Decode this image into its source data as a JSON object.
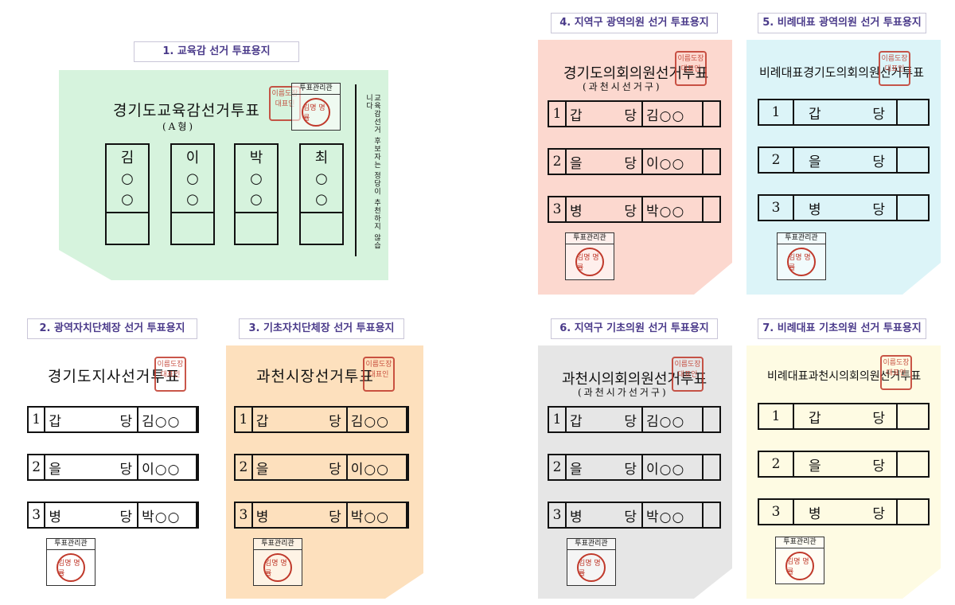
{
  "labels": {
    "b1": "1. 교육감 선거 투표용지",
    "b2": "2. 광역자치단체장 선거 투표용지",
    "b3": "3. 기초자치단체장 선거 투표용지",
    "b4": "4. 지역구 광역의원 선거 투표용지",
    "b5": "5. 비례대표 광역의원 선거 투표용지",
    "b6": "6. 지역구 기초의원 선거 투표용지",
    "b7": "7. 비례대표 기초의원 선거 투표용지"
  },
  "colors": {
    "b1": "#d6f3dd",
    "b2": "#ffffff",
    "b3": "#fde0bd",
    "b4": "#fcd8cf",
    "b5": "#dcf4f8",
    "b6": "#e6e6e6",
    "b7": "#fefbe3",
    "seal": "#c0392b"
  },
  "common": {
    "officer_label": "투표관리관",
    "officer_stamp": "김명 명률",
    "seal_text": "이름도장 대표인"
  },
  "b1": {
    "title": "경기도교육감선거투표",
    "subtitle": "(A형)",
    "columns": [
      {
        "name": "김",
        "c1": "○",
        "c2": "○"
      },
      {
        "name": "이",
        "c1": "○",
        "c2": "○"
      },
      {
        "name": "박",
        "c1": "○",
        "c2": "○"
      },
      {
        "name": "최",
        "c1": "○",
        "c2": "○"
      }
    ],
    "side_note": "교육감선거 후보자는 정당이 추천하지 않습니다"
  },
  "b2": {
    "title": "경기도지사선거투표",
    "rows": [
      {
        "num": "1",
        "p1": "갑",
        "p2": "당",
        "cand": "김○○"
      },
      {
        "num": "2",
        "p1": "을",
        "p2": "당",
        "cand": "이○○"
      },
      {
        "num": "3",
        "p1": "병",
        "p2": "당",
        "cand": "박○○"
      }
    ]
  },
  "b3": {
    "title": "과천시장선거투표",
    "rows": [
      {
        "num": "1",
        "p1": "갑",
        "p2": "당",
        "cand": "김○○"
      },
      {
        "num": "2",
        "p1": "을",
        "p2": "당",
        "cand": "이○○"
      },
      {
        "num": "3",
        "p1": "병",
        "p2": "당",
        "cand": "박○○"
      }
    ]
  },
  "b4": {
    "title": "경기도의회의원선거투표",
    "subtitle": "(과천시선거구)",
    "rows": [
      {
        "num": "1",
        "p1": "갑",
        "p2": "당",
        "cand": "김○○"
      },
      {
        "num": "2",
        "p1": "을",
        "p2": "당",
        "cand": "이○○"
      },
      {
        "num": "3",
        "p1": "병",
        "p2": "당",
        "cand": "박○○"
      }
    ]
  },
  "b5": {
    "title": "비례대표경기도의회의원선거투표",
    "rows": [
      {
        "num": "1",
        "p1": "갑",
        "p2": "당"
      },
      {
        "num": "2",
        "p1": "을",
        "p2": "당"
      },
      {
        "num": "3",
        "p1": "병",
        "p2": "당"
      }
    ]
  },
  "b6": {
    "title": "과천시의회의원선거투표",
    "subtitle": "(과천시가선거구)",
    "rows": [
      {
        "num": "1",
        "p1": "갑",
        "p2": "당",
        "cand": "김○○"
      },
      {
        "num": "2",
        "p1": "을",
        "p2": "당",
        "cand": "이○○"
      },
      {
        "num": "3",
        "p1": "병",
        "p2": "당",
        "cand": "박○○"
      }
    ]
  },
  "b7": {
    "title": "비례대표과천시의회의원선거투표",
    "rows": [
      {
        "num": "1",
        "p1": "갑",
        "p2": "당"
      },
      {
        "num": "2",
        "p1": "을",
        "p2": "당"
      },
      {
        "num": "3",
        "p1": "병",
        "p2": "당"
      }
    ]
  }
}
